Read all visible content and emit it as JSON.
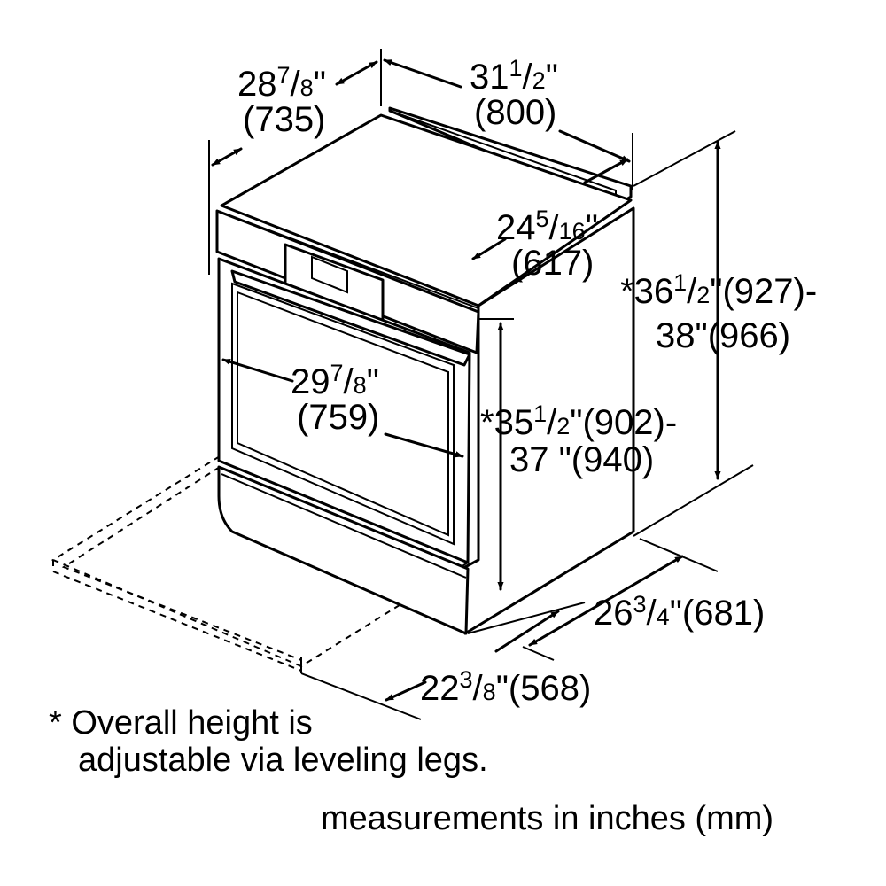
{
  "dimensions": {
    "depth": {
      "whole": "28",
      "num": "7",
      "den": "8",
      "unit": "\"",
      "mm": "(735)"
    },
    "width_top": {
      "whole": "31",
      "num": "1",
      "den": "2",
      "unit": "\"",
      "mm": "(800)"
    },
    "depth_body": {
      "whole": "24",
      "num": "5",
      "den": "16",
      "unit": "\"",
      "mm": "(617)"
    },
    "height_overall": {
      "prefix": "*",
      "whole": "36",
      "num": "1",
      "den": "2",
      "unit": "\"",
      "mm": "(927)-",
      "line2": "38\"(966)"
    },
    "width_front": {
      "whole": "29",
      "num": "7",
      "den": "8",
      "unit": "\"",
      "mm": "(759)"
    },
    "height_body": {
      "prefix": "*",
      "whole": "35",
      "num": "1",
      "den": "2",
      "unit": "\"",
      "mm": "(902)-",
      "line2": "37 \"(940)"
    },
    "depth_base": {
      "whole": "26",
      "num": "3",
      "den": "4",
      "unit": "\"",
      "mm": "(681)"
    },
    "width_base": {
      "whole": "22",
      "num": "3",
      "den": "8",
      "unit": "\"",
      "mm": "(568)"
    }
  },
  "footnote": {
    "line1": "* Overall height is",
    "line2": "adjustable via leveling legs."
  },
  "units_note": "measurements in inches (mm)"
}
